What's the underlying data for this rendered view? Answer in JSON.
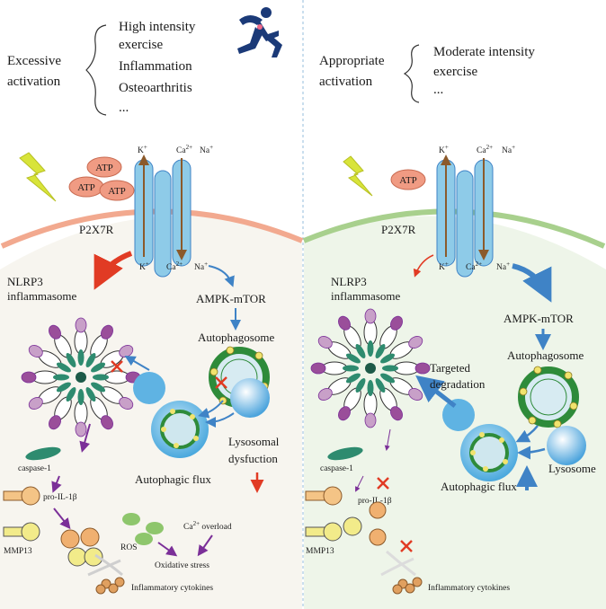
{
  "left_panel": {
    "trigger": {
      "line1": "Excessive",
      "line2": "activation"
    },
    "conditions": [
      "High intensity",
      "exercise",
      "Inflammation",
      "Osteoarthritis",
      "..."
    ],
    "atp": [
      "ATP",
      "ATP",
      "ATP"
    ],
    "receptor": "P2X7R",
    "ions_top": {
      "k": "K",
      "ca": "Ca",
      "na": "Na"
    },
    "ions_bottom": {
      "k": "K",
      "ca": "Ca",
      "na": "Na"
    },
    "nlrp3": {
      "line1": "NLRP3",
      "line2": "inflammasome"
    },
    "ampk": "AMPK-mTOR",
    "autophagosome": "Autophagosome",
    "caspase": "caspase-1",
    "pro_il": "pro-IL-1β",
    "mmp": "MMP13",
    "lysosome": {
      "line1": "Lysosomal",
      "line2": "dysfuction"
    },
    "flux": "Autophagic flux",
    "ros": "ROS",
    "ca_overload": "overload",
    "ca_overload_ion": "Ca",
    "oxidative": "Oxidative stress",
    "cytokines": "Inflammatory cytokines"
  },
  "right_panel": {
    "trigger": {
      "line1": "Appropriate",
      "line2": "activation"
    },
    "conditions": [
      "Moderate intensity",
      "exercise",
      "..."
    ],
    "atp": [
      "ATP"
    ],
    "receptor": "P2X7R",
    "ions_top": {
      "k": "K",
      "ca": "Ca",
      "na": "Na"
    },
    "ions_bottom": {
      "k": "K",
      "ca": "Ca",
      "na": "Na"
    },
    "nlrp3": {
      "line1": "NLRP3",
      "line2": "inflammasome"
    },
    "ampk": "AMPK-mTOR",
    "autophagosome": "Autophagosome",
    "targeted": {
      "line1": "Targeted",
      "line2": "degradation"
    },
    "caspase": "caspase-1",
    "pro_il": "pro-IL-1β",
    "mmp": "MMP13",
    "lysosome": "Lysosome",
    "flux": "Autophagic flux",
    "cytokines": "Inflammatory cytokines"
  },
  "superscripts": {
    "k": "+",
    "ca": "2+",
    "na": "+"
  },
  "colors": {
    "left_membrane": "#f2a98f",
    "right_membrane": "#a8d08d",
    "left_bg": "#f7f5ef",
    "right_bg": "#eef5e9",
    "atp_fill": "#f09b83",
    "channel": "#8ecbe8",
    "red_arrow": "#e13b24",
    "blue_arrow": "#3f83c6",
    "purple_arrow": "#7b2f98",
    "autophagosome_ring": "#2e8b3a",
    "lysosome_blue": "#5fb3e3",
    "lightning": "#d8e43a",
    "runner": "#1b3a78"
  },
  "icons": [
    "lightning-bolt-icon",
    "runner-icon",
    "inflammasome-ring-icon",
    "autophagosome-icon",
    "lysosome-icon",
    "inhibition-cross-icon"
  ]
}
